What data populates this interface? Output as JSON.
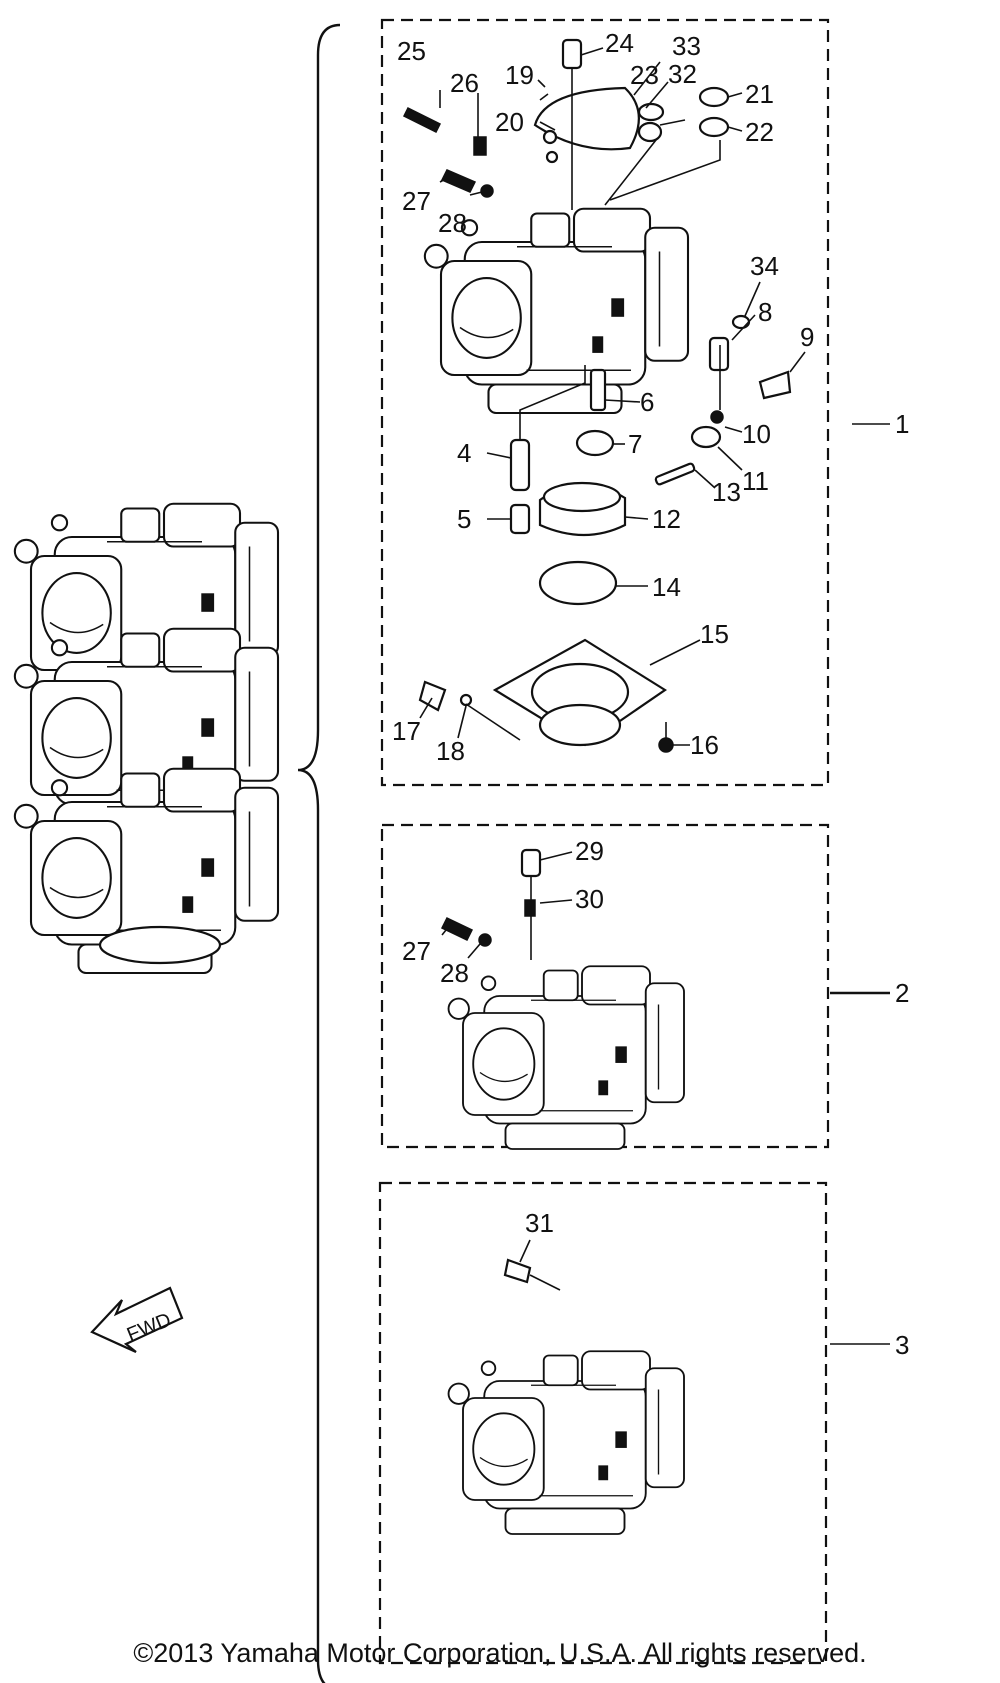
{
  "callouts": {
    "c1": "1",
    "c2": "2",
    "c3": "3",
    "c4": "4",
    "c5": "5",
    "c6": "6",
    "c7": "7",
    "c8": "8",
    "c9": "9",
    "c10": "10",
    "c11": "11",
    "c12": "12",
    "c13": "13",
    "c14": "14",
    "c15": "15",
    "c16": "16",
    "c17": "17",
    "c18": "18",
    "c19": "19",
    "c20": "20",
    "c21": "21",
    "c22": "22",
    "c23": "23",
    "c24": "24",
    "c25": "25",
    "c26": "26",
    "c27": "27",
    "c28": "28",
    "c29": "29",
    "c30": "30",
    "c31": "31",
    "c32": "32",
    "c33": "33",
    "c34": "34",
    "c27b": "27",
    "c28b": "28"
  },
  "fwd_label": "FWD",
  "copyright": "©2013 Yamaha Motor Corporation, U.S.A. All rights reserved."
}
